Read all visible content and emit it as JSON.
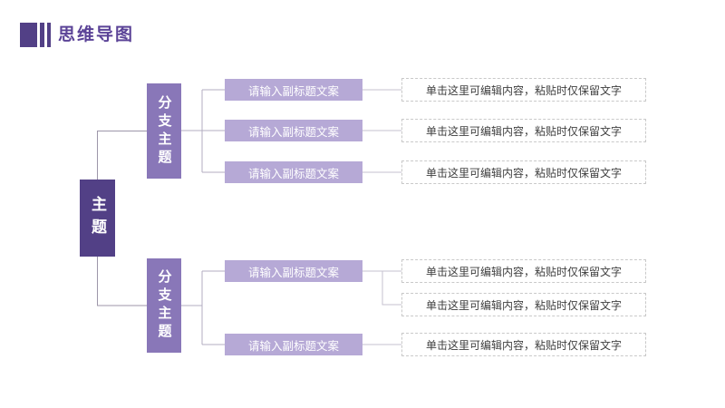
{
  "header": {
    "title": "思维导图"
  },
  "colors": {
    "primary_dark_purple": "#524086",
    "title_text": "#5b4397",
    "branch_purple": "#8977b8",
    "subtitle_purple": "#b6a9d6",
    "connector_gray": "#a8a2b4",
    "note_border": "#c9c9c9",
    "note_text": "#3f3f3f"
  },
  "mindmap": {
    "root": {
      "label": "主题"
    },
    "branches": [
      {
        "label": "分支主题",
        "subtopics": [
          {
            "label": "请输入副标题文案",
            "notes": [
              "单击这里可编辑内容，粘贴时仅保留文字"
            ]
          },
          {
            "label": "请输入副标题文案",
            "notes": [
              "单击这里可编辑内容，粘贴时仅保留文字"
            ]
          },
          {
            "label": "请输入副标题文案",
            "notes": [
              "单击这里可编辑内容，粘贴时仅保留文字"
            ]
          }
        ]
      },
      {
        "label": "分支主题",
        "subtopics": [
          {
            "label": "请输入副标题文案",
            "notes": [
              "单击这里可编辑内容，粘贴时仅保留文字",
              "单击这里可编辑内容，粘贴时仅保留文字"
            ]
          },
          {
            "label": "请输入副标题文案",
            "notes": [
              "单击这里可编辑内容，粘贴时仅保留文字"
            ]
          }
        ]
      }
    ]
  }
}
